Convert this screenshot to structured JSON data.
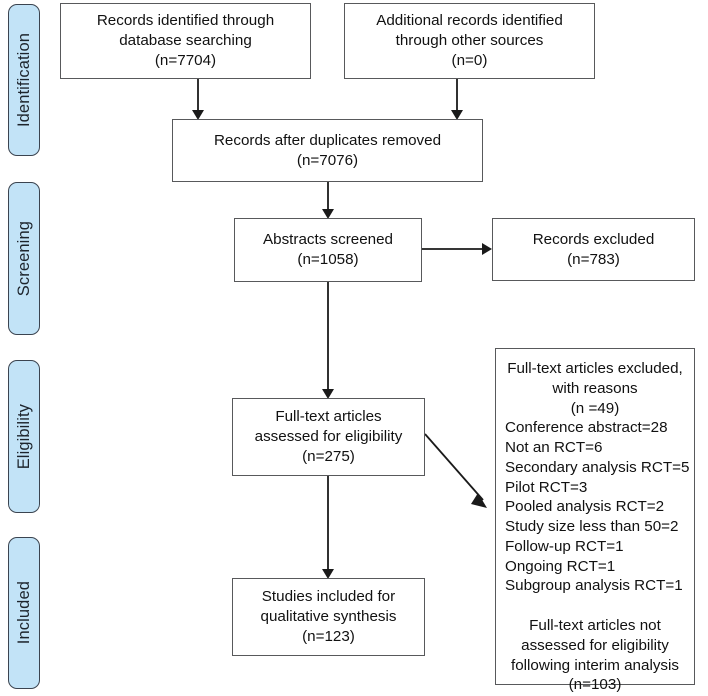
{
  "diagram": {
    "title": "PRISMA flow diagram",
    "type": "prisma-flow-diagram",
    "accent_color": "#c2e3f7",
    "border_color": "#58595b",
    "arrow_color": "#1a1a1a",
    "background_color": "#ffffff"
  },
  "stages": [
    {
      "id": "identification",
      "label": "Identification"
    },
    {
      "id": "screening",
      "label": "Screening"
    },
    {
      "id": "eligibility",
      "label": "Eligibility"
    },
    {
      "id": "included",
      "label": "Included"
    }
  ],
  "boxes": {
    "records_identified": {
      "text": "Records identified through\ndatabase searching\n(n=7704)",
      "n": 7704
    },
    "additional_records": {
      "text": "Additional records identified\nthrough other sources\n(n=0)",
      "n": 0
    },
    "after_duplicates": {
      "text": "Records after duplicates removed\n(n=7076)",
      "n": 7076
    },
    "abstracts_screened": {
      "text": "Abstracts screened\n(n=1058)",
      "n": 1058
    },
    "records_excluded": {
      "text": "Records excluded\n(n=783)",
      "n": 783
    },
    "full_text_assessed": {
      "text": "Full-text articles\nassessed for eligibility\n(n=275)",
      "n": 275
    },
    "studies_included": {
      "text": "Studies included for\nqualitative synthesis\n(n=123)",
      "n": 123
    },
    "full_text_excluded": {
      "heading": "Full-text articles excluded,\nwith reasons\n(n =49)",
      "n": 49,
      "reasons": [
        {
          "label": "Conference abstract",
          "count": 28,
          "line": "Conference abstract=28"
        },
        {
          "label": "Not an RCT",
          "count": 6,
          "line": "Not an RCT=6"
        },
        {
          "label": "Secondary analysis RCT",
          "count": 5,
          "line": "Secondary analysis RCT=5"
        },
        {
          "label": "Pilot RCT",
          "count": 3,
          "line": "Pilot RCT=3"
        },
        {
          "label": "Pooled analysis RCT",
          "count": 2,
          "line": "Pooled analysis RCT=2"
        },
        {
          "label": "Study size less than 50",
          "count": 2,
          "line": "Study size less than 50=2"
        },
        {
          "label": "Follow-up RCT",
          "count": 1,
          "line": "Follow-up RCT=1"
        },
        {
          "label": "Ongoing RCT",
          "count": 1,
          "line": "Ongoing RCT=1"
        },
        {
          "label": "Subgroup analysis RCT",
          "count": 1,
          "line": "Subgroup analysis RCT=1"
        }
      ],
      "footer": "Full-text articles not\nassessed for eligibility\nfollowing interim analysis\n(n=103)",
      "footer_n": 103
    }
  }
}
